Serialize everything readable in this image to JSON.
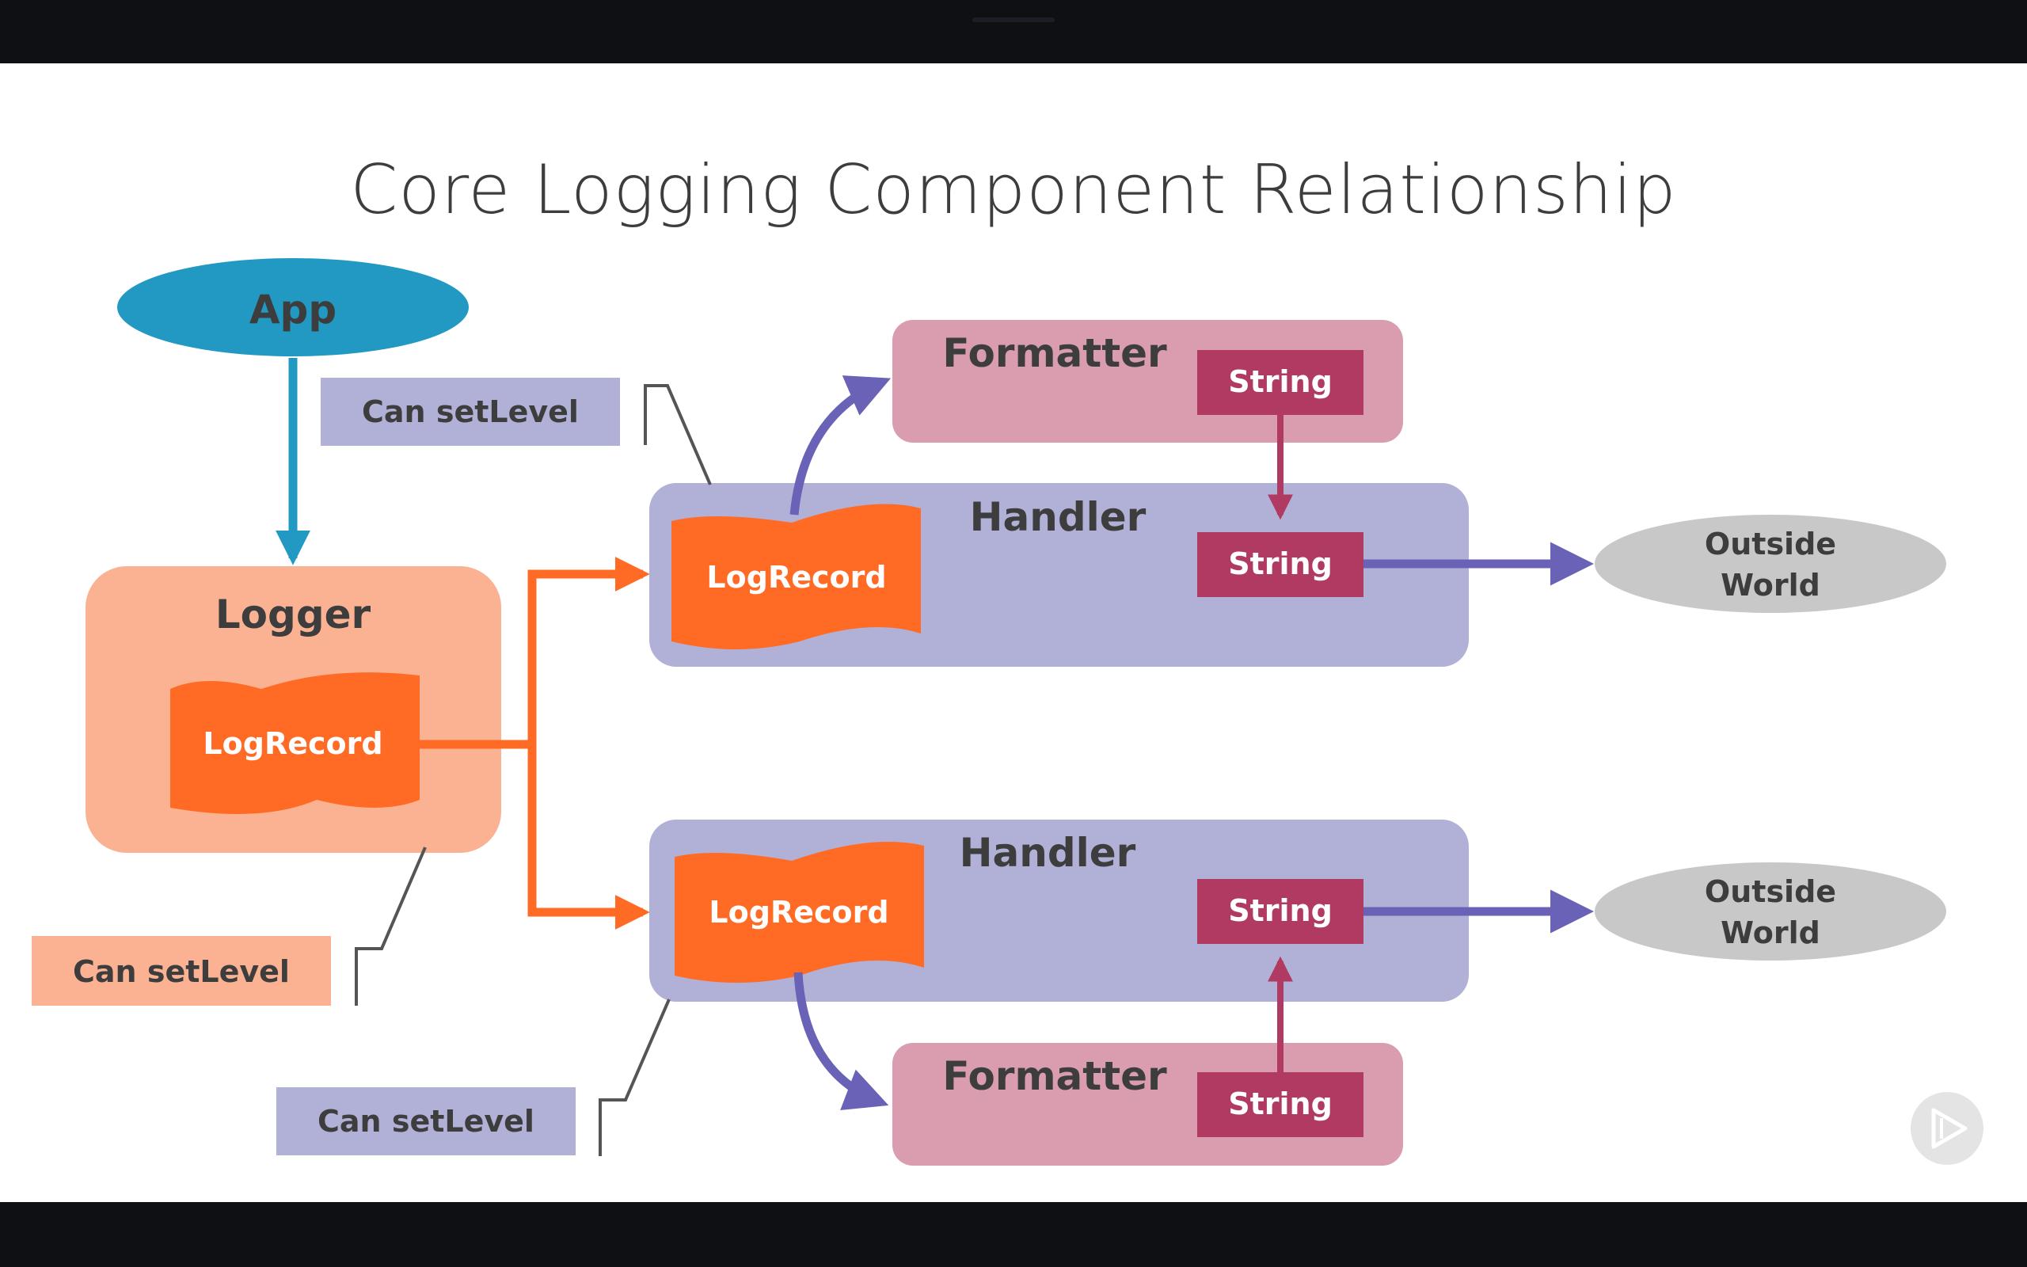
{
  "slide": {
    "title": "Core Logging Component Relationship"
  },
  "app": {
    "label": "App"
  },
  "logger": {
    "title": "Logger",
    "record": "LogRecord"
  },
  "set_level_labels": {
    "logger": "Can setLevel",
    "handler_top": "Can setLevel",
    "handler_bottom": "Can setLevel"
  },
  "handler_top": {
    "title": "Handler",
    "record": "LogRecord",
    "string": "String",
    "formatter": {
      "title": "Formatter",
      "string": "String"
    },
    "destination": {
      "line1": "Outside",
      "line2": "World"
    }
  },
  "handler_bottom": {
    "title": "Handler",
    "record": "LogRecord",
    "string": "String",
    "formatter": {
      "title": "Formatter",
      "string": "String"
    },
    "destination": {
      "line1": "Outside",
      "line2": "World"
    }
  },
  "colors": {
    "app": "#2299c3",
    "logger_bg": "#fbb293",
    "log_record": "#ff6a25",
    "handler_bg": "#b1b1d8",
    "formatter_bg": "#d99daf",
    "string_box": "#b13a62",
    "outside_world": "#c8c8c8",
    "arrow_purple": "#6a62b6",
    "arrow_orange": "#ff6a25",
    "arrow_blue": "#2299c3",
    "setlevel_purple": "#b1b1d8",
    "setlevel_peach": "#fbb293",
    "text_dark": "#3d3d3d"
  },
  "controls": {
    "play_icon": "play-icon"
  }
}
